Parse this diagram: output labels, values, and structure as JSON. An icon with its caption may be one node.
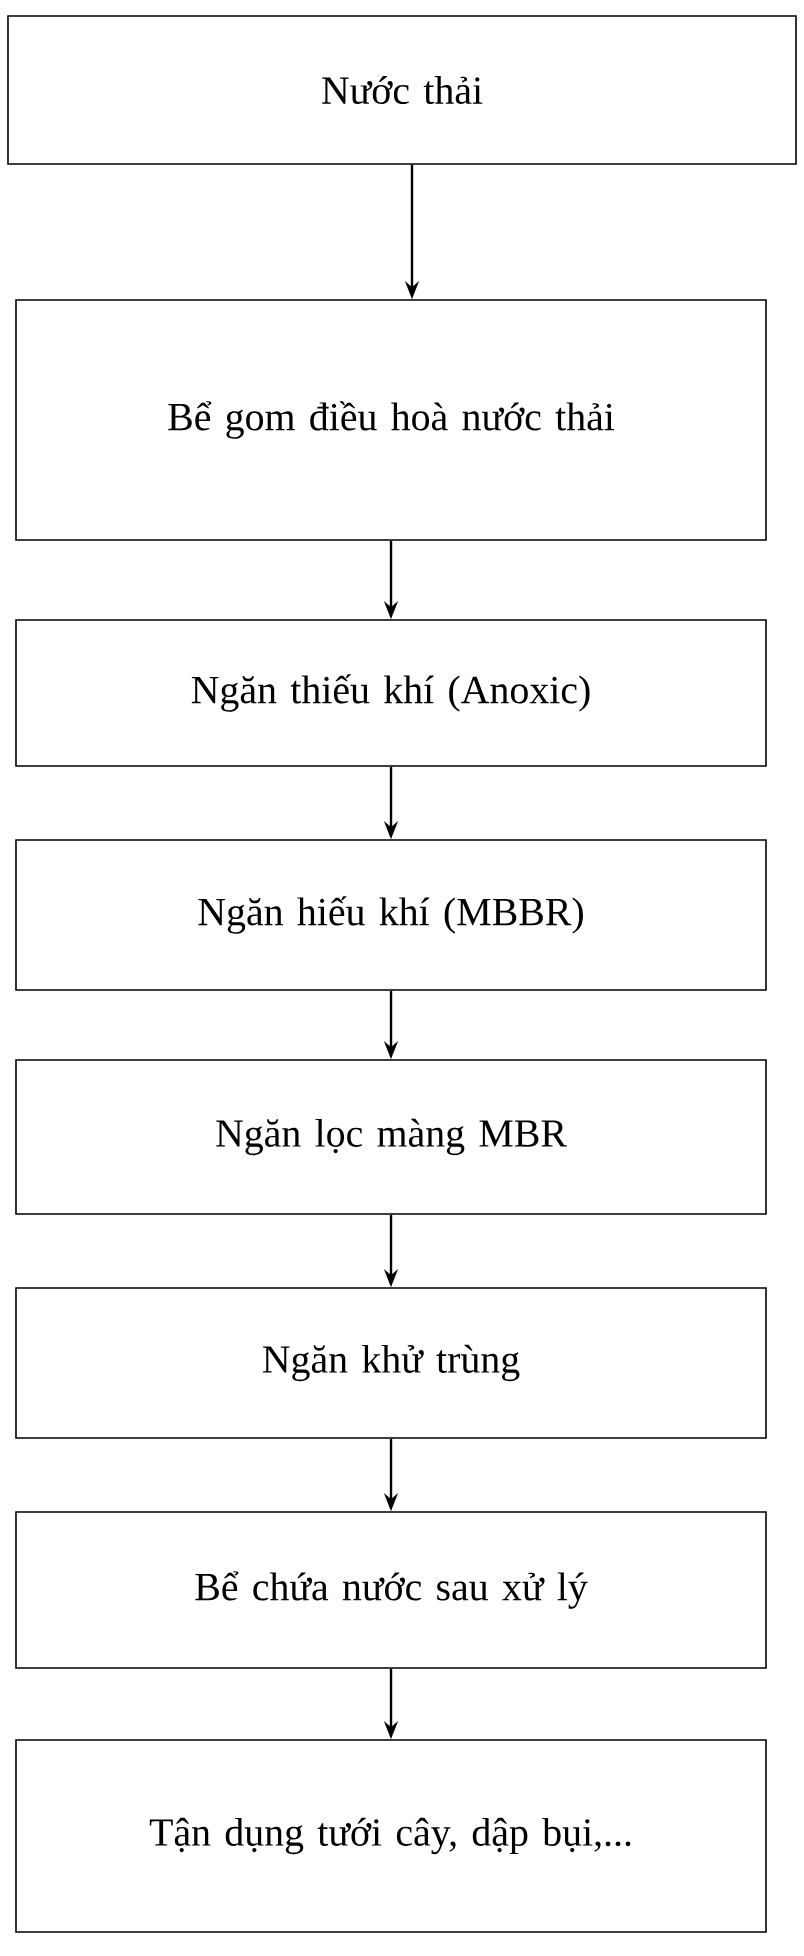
{
  "diagram": {
    "nodes": [
      {
        "text": [
          "Nước thải"
        ]
      },
      {
        "text": [
          "Bể gom điều hoà nước thải"
        ]
      },
      {
        "text": [
          "Ngăn thiếu khí (Anoxic)"
        ]
      },
      {
        "text": [
          "Ngăn hiếu khí (MBBR)"
        ]
      },
      {
        "text": [
          "Ngăn lọc màng MBR"
        ]
      },
      {
        "text": [
          "Ngăn khử trùng"
        ]
      },
      {
        "text": [
          "Bể chứa nước sau xử lý"
        ]
      },
      {
        "text": [
          "Tận dụng tưới cây, dập bụi,..."
        ]
      }
    ],
    "edges": [
      {
        "from": 0,
        "to": 1,
        "arrow": "to"
      },
      {
        "from": 1,
        "to": 2,
        "arrow": "to"
      },
      {
        "from": 2,
        "to": 3,
        "arrow": "to"
      },
      {
        "from": 3,
        "to": 4,
        "arrow": "to"
      },
      {
        "from": 4,
        "to": 5,
        "arrow": "to"
      },
      {
        "from": 5,
        "to": 6,
        "arrow": "to"
      },
      {
        "from": 6,
        "to": 7,
        "arrow": "to"
      }
    ]
  }
}
